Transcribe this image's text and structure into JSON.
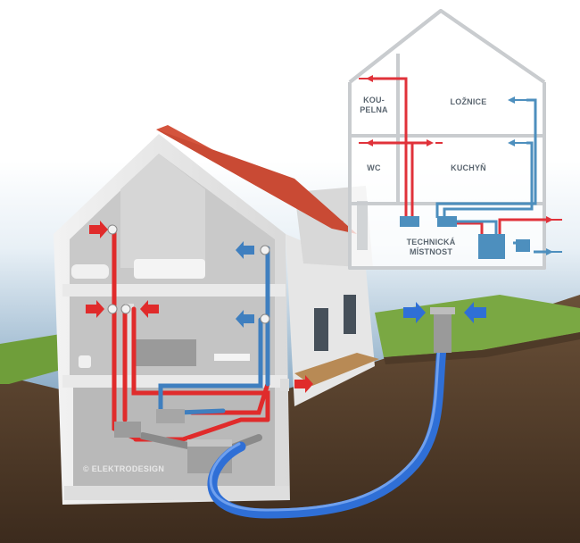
{
  "schematic": {
    "rooms": [
      {
        "id": "koupelna",
        "label": "KOU-\nPELNA"
      },
      {
        "id": "loznice",
        "label": "LOŽNICE"
      },
      {
        "id": "wc",
        "label": "WC"
      },
      {
        "id": "kuchyn",
        "label": "KUCHYŇ"
      },
      {
        "id": "technicka",
        "label": "TECHNICKÁ\nMÍSTNOST"
      }
    ]
  },
  "credit": "© ELEKTRODESIGN",
  "colors": {
    "warm_duct": "#e02b2b",
    "cold_duct": "#3f7fbf",
    "schematic_warm": "#e0323a",
    "schematic_cold": "#4d8fbe",
    "ground_hose": "#2f6fd6",
    "roof": "#d4543d",
    "grass": "#6f9e3a",
    "soil": "#5a4330"
  }
}
